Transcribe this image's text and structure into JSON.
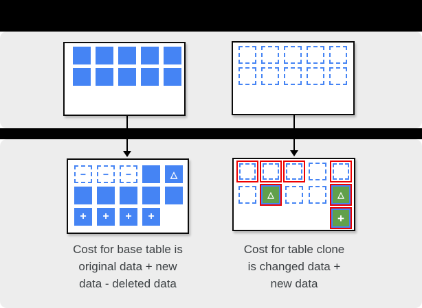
{
  "colors": {
    "blue": "#4584f4",
    "green": "#61a04c",
    "red": "#ee0000",
    "bar_black": "#000000",
    "section_gray": "#ededed",
    "box_white": "#ffffff",
    "text_gray": "#3c4043"
  },
  "symbols": {
    "minus": "−",
    "plus": "+",
    "triangle": "△"
  },
  "figures": {
    "base_table_before": {
      "rows": [
        [
          "solid",
          "solid",
          "solid",
          "solid",
          "solid"
        ],
        [
          "solid",
          "solid",
          "solid",
          "solid",
          "solid"
        ]
      ]
    },
    "table_clone_before": {
      "rows": [
        [
          "dashed",
          "dashed",
          "dashed",
          "dashed",
          "dashed"
        ],
        [
          "dashed",
          "dashed",
          "dashed",
          "dashed",
          "dashed"
        ]
      ]
    },
    "base_table_after": {
      "rows": [
        [
          "dashed-minus",
          "dashed-minus",
          "dashed-minus",
          "solid",
          "solid-triangle"
        ],
        [
          "solid",
          "solid",
          "solid",
          "solid",
          "solid"
        ],
        [
          "solid-plus",
          "solid-plus",
          "solid-plus",
          "solid-plus",
          "empty"
        ]
      ]
    },
    "table_clone_after": {
      "rows": [
        [
          "red-dashed",
          "red-dashed",
          "red-dashed",
          "dashed",
          "red-dashed"
        ],
        [
          "dashed",
          "red-green-triangle",
          "dashed",
          "dashed",
          "red-green-triangle"
        ],
        [
          "empty",
          "empty",
          "empty",
          "empty",
          "red-green-plus"
        ]
      ]
    }
  },
  "captions": {
    "base_table": "Cost for base table is\noriginal data + new\ndata - deleted data",
    "table_clone": "Cost for table clone\nis changed data +\nnew data"
  }
}
